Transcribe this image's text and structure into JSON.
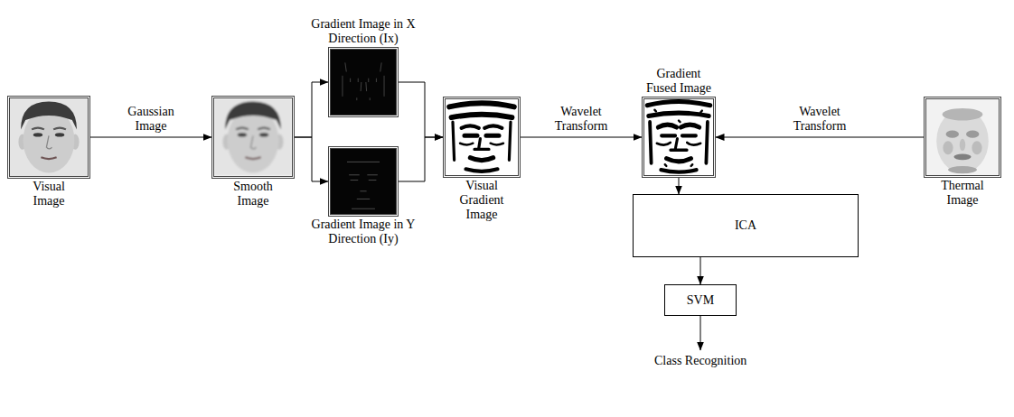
{
  "diagram": {
    "nodes": [
      {
        "text": [
          "Visual Image"
        ]
      },
      {
        "text": [
          "Smooth Image"
        ]
      },
      {
        "text": [
          "Gradient Image in X Direction (Ix)"
        ]
      },
      {
        "text": [
          "Gradient Image in Y Direction (Iy)"
        ]
      },
      {
        "text": [
          "Visual Gradient Image"
        ]
      },
      {
        "text": [
          "Gradient Fused Image"
        ]
      },
      {
        "text": [
          "Thermal Image"
        ]
      },
      {
        "text": [
          "ICA"
        ]
      },
      {
        "text": [
          "SVM"
        ]
      }
    ],
    "edges": [
      {
        "from": 0,
        "to": 1,
        "arrow": "to",
        "label": "Gaussian Image"
      },
      {
        "from": 1,
        "to": 2,
        "arrow": "to"
      },
      {
        "from": 1,
        "to": 3,
        "arrow": "to"
      },
      {
        "from": 2,
        "to": 4,
        "arrow": "to"
      },
      {
        "from": 3,
        "to": 4,
        "arrow": "to"
      },
      {
        "from": 4,
        "to": 5,
        "arrow": "to",
        "label": "Wavelet Transform"
      },
      {
        "from": 6,
        "to": 5,
        "arrow": "to",
        "label": "Wavelet Transform"
      },
      {
        "from": 5,
        "to": 7,
        "arrow": "to"
      },
      {
        "from": 7,
        "to": 8,
        "arrow": "to"
      }
    ],
    "labels": [
      "Class Recognition"
    ]
  }
}
